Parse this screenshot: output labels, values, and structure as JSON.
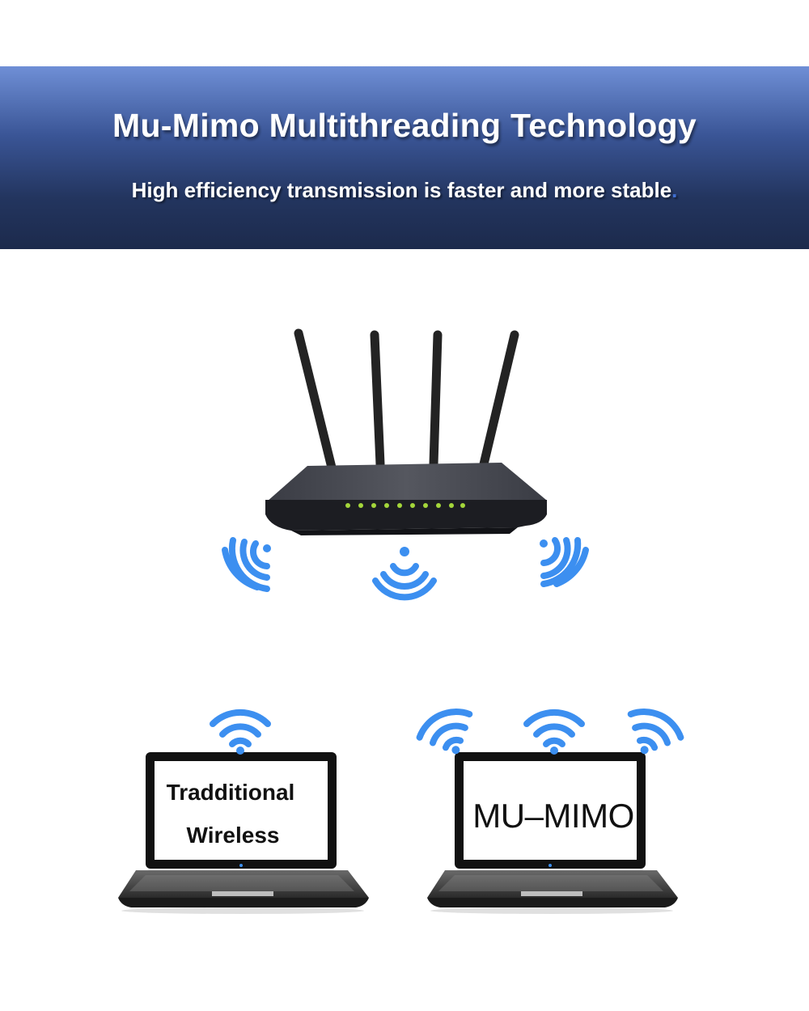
{
  "banner": {
    "title": "Mu-Mimo Multithreading Technology",
    "subtitle": "High efficiency transmission is faster and more stable",
    "subtitle_dot": "."
  },
  "laptops": {
    "traditional": {
      "line1": "Tradditional",
      "line2": "Wireless"
    },
    "mumimo": {
      "label": "MU–MIMO"
    }
  },
  "colors": {
    "wifi_blue": "#3c8ff0",
    "router_body": "#3e4048",
    "led_green": "#9acd32"
  },
  "icons": [
    "router-icon",
    "wifi-signal-icon",
    "laptop-icon"
  ]
}
